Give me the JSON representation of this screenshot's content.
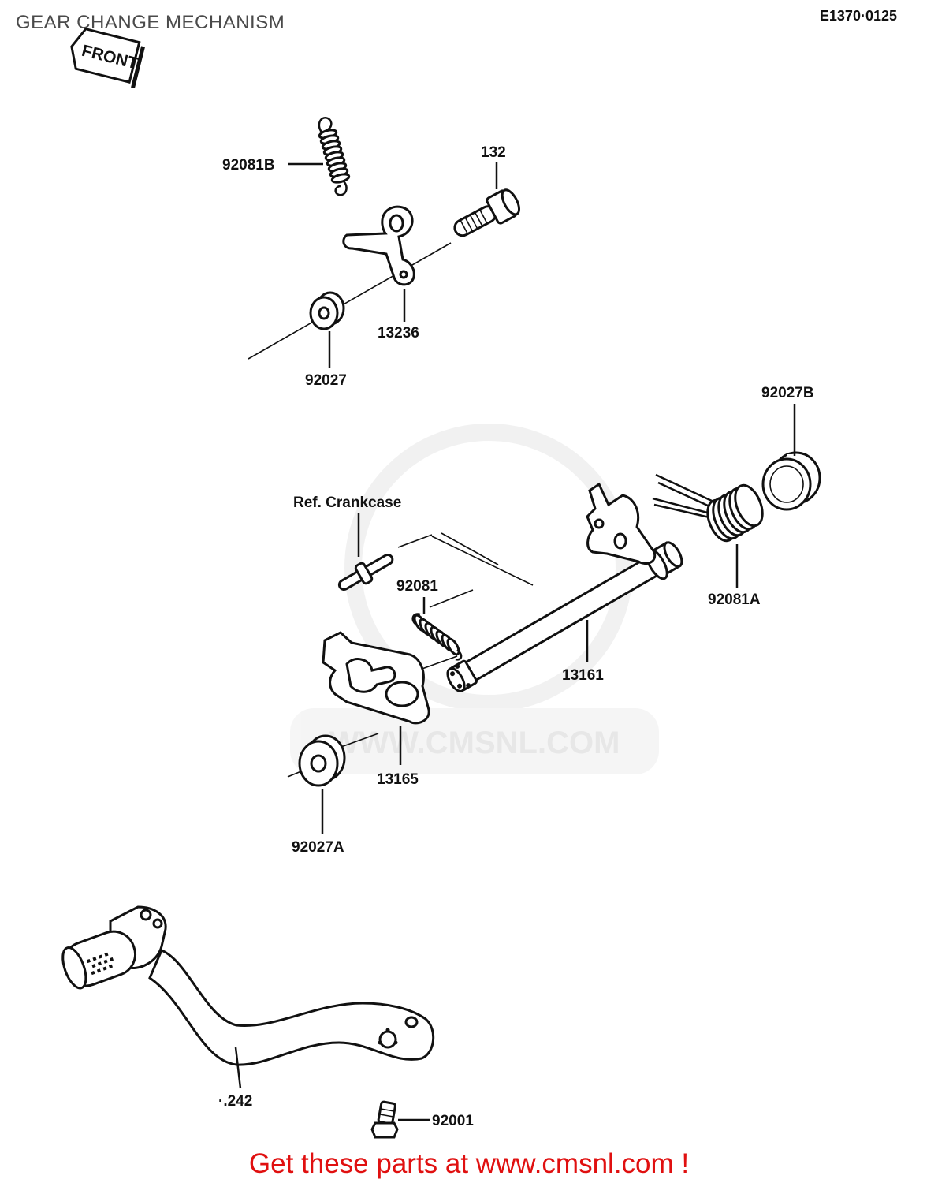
{
  "header": {
    "title": "GEAR CHANGE MECHANISM",
    "ref_code": "E1370·0125"
  },
  "front_arrow": {
    "label": "FRONT"
  },
  "callouts": {
    "p92081B": "92081B",
    "p132": "132",
    "p13236": "13236",
    "p92027": "92027",
    "p92027B": "92027B",
    "ref_crankcase": "Ref. Crankcase",
    "p92081": "92081",
    "p92081A": "92081A",
    "p13161": "13161",
    "p13165": "13165",
    "p92027A": "92027A",
    "p13242": "·.242",
    "p92001": "92001"
  },
  "watermark": {
    "text": "WWW.CMSNL.COM"
  },
  "footer": {
    "text": "Get these parts at www.cmsnl.com !",
    "color": "#e01010"
  }
}
